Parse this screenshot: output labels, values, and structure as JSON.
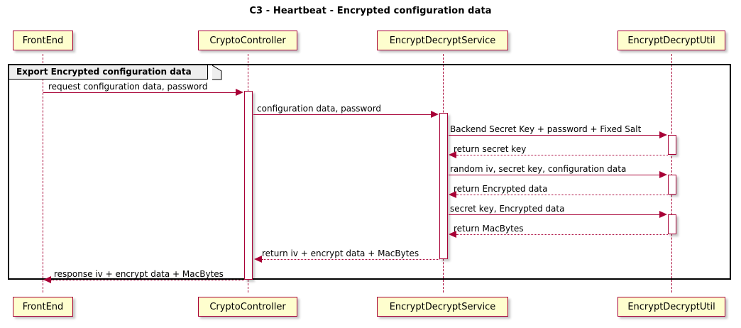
{
  "diagram": {
    "type": "sequence-diagram",
    "title": "C3 - Heartbeat - Encrypted configuration data",
    "colors": {
      "participant_fill": "#FEFECE",
      "participant_border": "#A80036",
      "arrow": "#A80036",
      "lifeline": "#A80036",
      "group_header_fill": "#EEEEEE",
      "group_border": "#000000",
      "text": "#000000",
      "background": "#FFFFFF"
    }
  },
  "participants": [
    {
      "id": "frontend",
      "label": "FrontEnd"
    },
    {
      "id": "cryptocontroller",
      "label": "CryptoController"
    },
    {
      "id": "encryptdecryptservice",
      "label": "EncryptDecryptService"
    },
    {
      "id": "encryptdecryptutil",
      "label": "EncryptDecryptUtil"
    }
  ],
  "groups": [
    {
      "id": "export-encrypted-configuration-data",
      "kind": "group",
      "label": "Export Encrypted configuration data"
    }
  ],
  "messages": [
    {
      "index": 1,
      "label": "request configuration data, password",
      "from": "frontend",
      "to": "cryptocontroller",
      "style": "solid",
      "direction": "right"
    },
    {
      "index": 2,
      "label": "configuration data, password",
      "from": "cryptocontroller",
      "to": "encryptdecryptservice",
      "style": "solid",
      "direction": "right"
    },
    {
      "index": 3,
      "label": "Backend Secret Key + password + Fixed Salt",
      "from": "encryptdecryptservice",
      "to": "encryptdecryptutil",
      "style": "solid",
      "direction": "right"
    },
    {
      "index": 4,
      "label": "return secret key",
      "from": "encryptdecryptutil",
      "to": "encryptdecryptservice",
      "style": "dotted",
      "direction": "left"
    },
    {
      "index": 5,
      "label": "random iv, secret key, configuration data",
      "from": "encryptdecryptservice",
      "to": "encryptdecryptutil",
      "style": "solid",
      "direction": "right"
    },
    {
      "index": 6,
      "label": "return Encrypted data",
      "from": "encryptdecryptutil",
      "to": "encryptdecryptservice",
      "style": "dotted",
      "direction": "left"
    },
    {
      "index": 7,
      "label": "secret key, Encrypted data",
      "from": "encryptdecryptservice",
      "to": "encryptdecryptutil",
      "style": "solid",
      "direction": "right"
    },
    {
      "index": 8,
      "label": "return MacBytes",
      "from": "encryptdecryptutil",
      "to": "encryptdecryptservice",
      "style": "dotted",
      "direction": "left"
    },
    {
      "index": 9,
      "label": "return iv + encrypt data + MacBytes",
      "from": "encryptdecryptservice",
      "to": "cryptocontroller",
      "style": "dotted",
      "direction": "left"
    },
    {
      "index": 10,
      "label": "response iv + encrypt data + MacBytes",
      "from": "cryptocontroller",
      "to": "frontend",
      "style": "dotted",
      "direction": "left"
    }
  ]
}
